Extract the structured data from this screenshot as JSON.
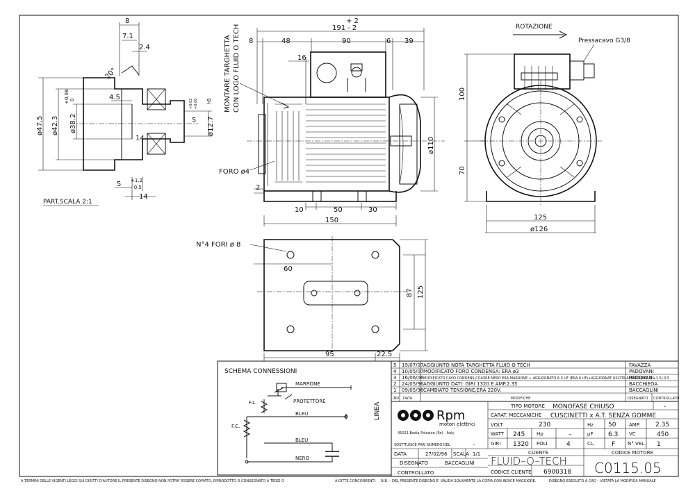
{
  "views": {
    "detail": {
      "scale_label": "PART.SCALA 2:1",
      "dims": [
        "8",
        "7.1",
        "2.4",
        "20°",
        "4.5",
        "+0.08",
        "0",
        "ø47.5",
        "ø42.3",
        "ø38.2",
        "+0.02",
        "+0.06",
        "h5",
        "5",
        "ø12.7",
        "14",
        "14",
        "+1.2",
        "5",
        "- 0.5"
      ]
    },
    "side": {
      "plate_note_1": "MONTARE TARGHETTA",
      "plate_note_2": "CON LOGO FLUID O TECH",
      "dims": [
        "+ 2",
        "191",
        "- 2",
        "8",
        "48",
        "90",
        "6",
        "39",
        "16",
        "ø110",
        "2",
        "10",
        "50",
        "30",
        "150"
      ],
      "hole_label": "FORO ø4"
    },
    "front": {
      "rotation_label": "ROTAZIONE",
      "cable_gland_label": "Pressacavo G3/8",
      "dims": [
        "100",
        "70",
        "125",
        "ø126"
      ]
    },
    "base": {
      "holes_label": "N°4 FORI ø 8",
      "dims": [
        "60",
        "87",
        "125",
        "95",
        "22.5"
      ]
    }
  },
  "schema": {
    "title": "SCHEMA CONNESSIONI",
    "wires": [
      "MARRONE",
      "PROTETTORE",
      "BLEU",
      "BLEU",
      "NERO"
    ],
    "fl": "F.L.",
    "fc": "F.C.",
    "linea": "LINEA"
  },
  "revisions": [
    {
      "n": "5",
      "date": "19/07/07",
      "desc": "AGGIUNTO NOTA TARGHETTA FLUID O TECH",
      "who": "FAVAZZA"
    },
    {
      "n": "4",
      "date": "10/05/07",
      "desc": "MODIFICATO FORO CONDENSA: ERA ø3",
      "who": "PADOVANI"
    },
    {
      "n": "3",
      "date": "16/06/06",
      "desc": "MODIFICATO CAVO CONDENS.COLORE NERO ERA MARRONE + AGGIORNATO 6.3 UF (ERA 6 UF)+AGGIORNAT USCITA ALBERO(ERA 4 +1.5/-0.5",
      "who": "PADOVANI"
    },
    {
      "n": "2",
      "date": "24/05/96",
      "desc": "AGGIUNTO DATI: GIRI 1320 E AMP.2.35",
      "who": "BACCHIEGA"
    },
    {
      "n": "1",
      "date": "09/05/96",
      "desc": "CAMBIATO TENSIONE,ERA 220V.",
      "who": "BACCAGLINI"
    }
  ],
  "rev_header": {
    "ind": "IND",
    "data": "DATA",
    "modifiche": "MODIFICHE",
    "disegnato": "DISEGNATO",
    "controllato": "CONTROLLATO"
  },
  "company": {
    "logo_text": "Rpm",
    "tagline": "motori elettrici",
    "address": "45021 Badia Polesine (Ro) - Italy"
  },
  "specs": {
    "tipo_label": "TIPO MOTORE",
    "tipo_value": "MONOFASE CHIUSO",
    "tipo_extra": "–",
    "carat_label": "CARAT. MECCANICHE",
    "carat_value": "CUSCINETTI x A.T. SENZA GOMME",
    "volt_label": "VOLT",
    "volt": "230",
    "hz_label": "Hz",
    "hz": "50",
    "amp_label": "AMP.",
    "amp": "2.35",
    "watt_label": "WATT",
    "watt": "245",
    "hp_label": "Hp",
    "hp": "–",
    "uf_label": "µF",
    "uf": "6.3",
    "vc_label": "VC",
    "vc": "450",
    "giri_label": "GIRI",
    "giri": "1320",
    "poli_label": "POLI",
    "poli": "4",
    "cl_label": "CL.",
    "cl": "F",
    "vel_label": "N° VEL.",
    "vel": "1"
  },
  "title_block": {
    "sostituisce_label": "SOSTITUISCE PARI NUMERO DEL",
    "sostituisce_value": "–",
    "data_label": "DATA",
    "data_value": "27/02/96",
    "scala_label": "SCALA",
    "scala_value": "1/1",
    "disegnato_label": "DISEGNATO",
    "disegnato_value": "BACCAGLINI",
    "controllato_label": "CONTROLLATO",
    "cliente_label": "CLIENTE",
    "cliente_value": "FLUID–O–TECH",
    "codice_cliente_label": "CODICE CLIENTE",
    "codice_cliente_value": "6900318",
    "codice_motore_label": "CODICE MOTORE",
    "codice_motore_value": "C0115.05"
  },
  "footer": {
    "left": "A TERMINI DELLE VIGENTI LEGGI SUI DIRITTI D'AUTORE IL PRESENTE DISEGNO NON POTRA' ESSERE COPIATO, RIPRODOTTO O CONSEGNATO A TERZI O",
    "mid": "A DITTE CONCORRENTI.",
    "nb": "N.B. – DEL PRESENTE DISEGNO E' VALIDA SOLAMENTE LA COPIA CON INDICE MAGGIORE.",
    "right": "DISEGNO ESEGUITO A CAD – VIETATA LA MODIFICA MANUALE"
  }
}
